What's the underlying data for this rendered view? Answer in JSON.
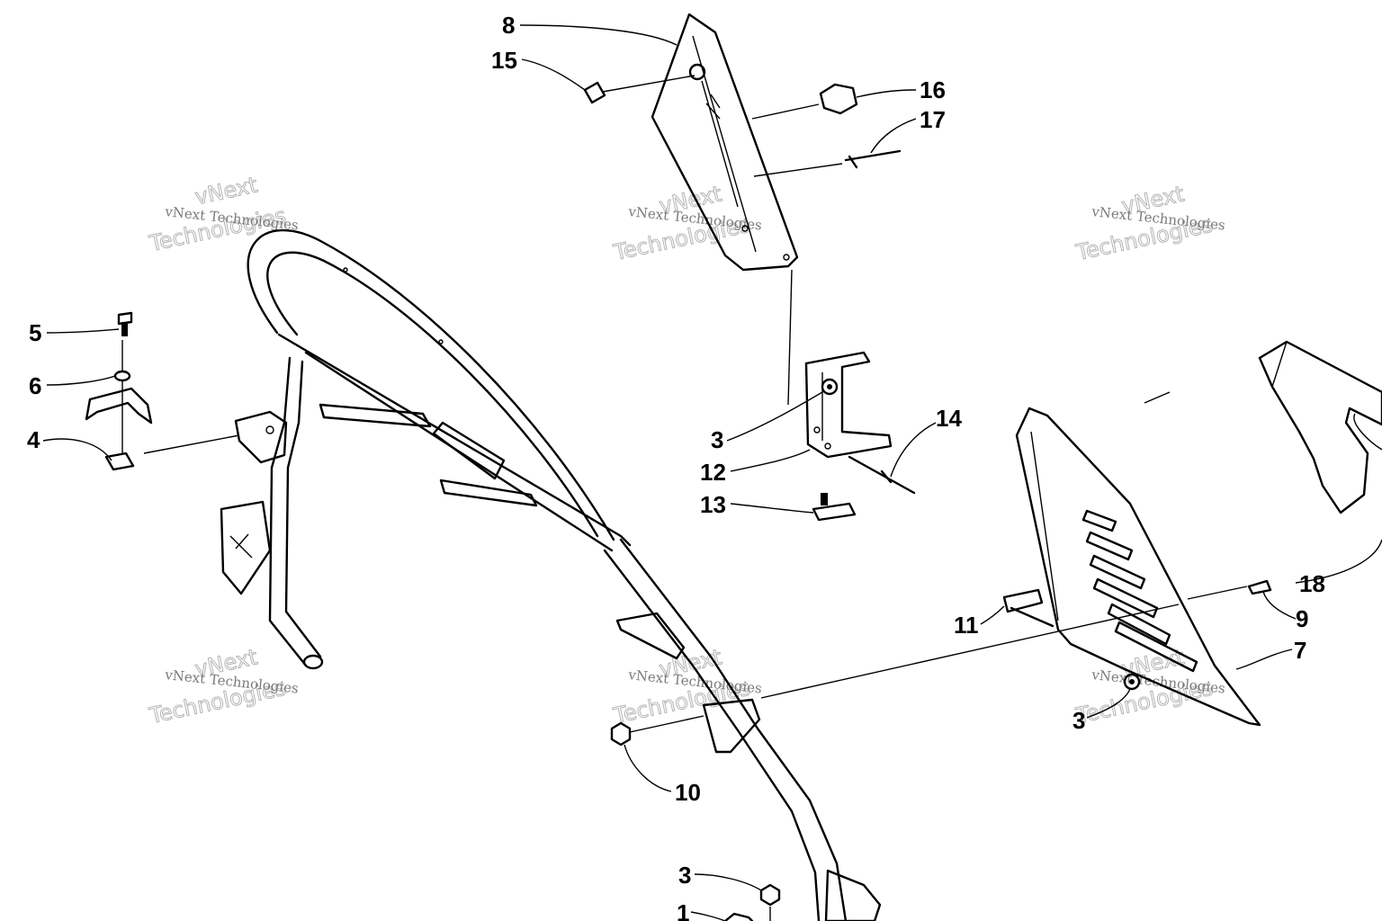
{
  "diagram": {
    "callouts": [
      {
        "id": "c8",
        "label": "8"
      },
      {
        "id": "c15",
        "label": "15"
      },
      {
        "id": "c16",
        "label": "16"
      },
      {
        "id": "c17",
        "label": "17"
      },
      {
        "id": "c5",
        "label": "5"
      },
      {
        "id": "c6",
        "label": "6"
      },
      {
        "id": "c4",
        "label": "4"
      },
      {
        "id": "c3a",
        "label": "3"
      },
      {
        "id": "c12",
        "label": "12"
      },
      {
        "id": "c13",
        "label": "13"
      },
      {
        "id": "c14",
        "label": "14"
      },
      {
        "id": "c18",
        "label": "18"
      },
      {
        "id": "c9",
        "label": "9"
      },
      {
        "id": "c11",
        "label": "11"
      },
      {
        "id": "c7",
        "label": "7"
      },
      {
        "id": "c3b",
        "label": "3"
      },
      {
        "id": "c10",
        "label": "10"
      },
      {
        "id": "c3c",
        "label": "3"
      },
      {
        "id": "c1",
        "label": "1"
      }
    ],
    "watermark": {
      "line1": "vNext Technologies",
      "line2": "vNext",
      "line3": "Technologies"
    },
    "colors": {
      "ink": "#000000",
      "background": "#ffffff",
      "watermark": "#9a9a9a"
    }
  }
}
